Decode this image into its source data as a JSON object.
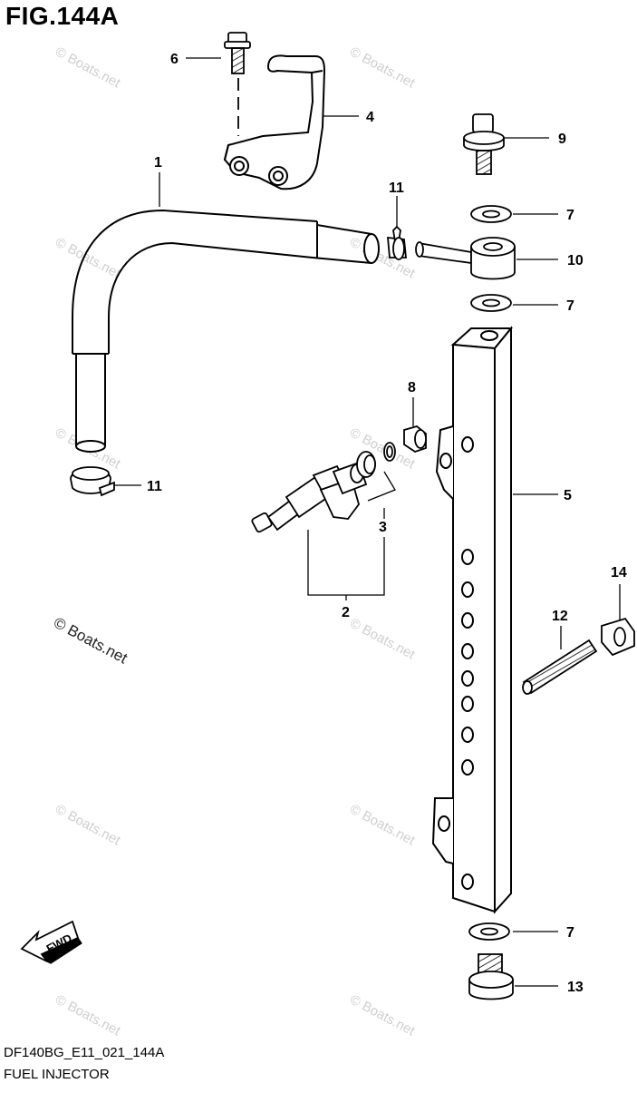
{
  "figure": {
    "title": "FIG.144A",
    "code": "DF140BG_E11_021_144A",
    "name": "FUEL INJECTOR"
  },
  "fwd_label": "FWD",
  "watermark": "© Boats.net",
  "callouts": [
    "1",
    "2",
    "3",
    "4",
    "5",
    "6",
    "7",
    "7",
    "7",
    "8",
    "9",
    "10",
    "11",
    "11",
    "12",
    "13",
    "14"
  ],
  "colors": {
    "line": "#000000",
    "background": "#ffffff",
    "watermark": "#cfcfcf"
  }
}
